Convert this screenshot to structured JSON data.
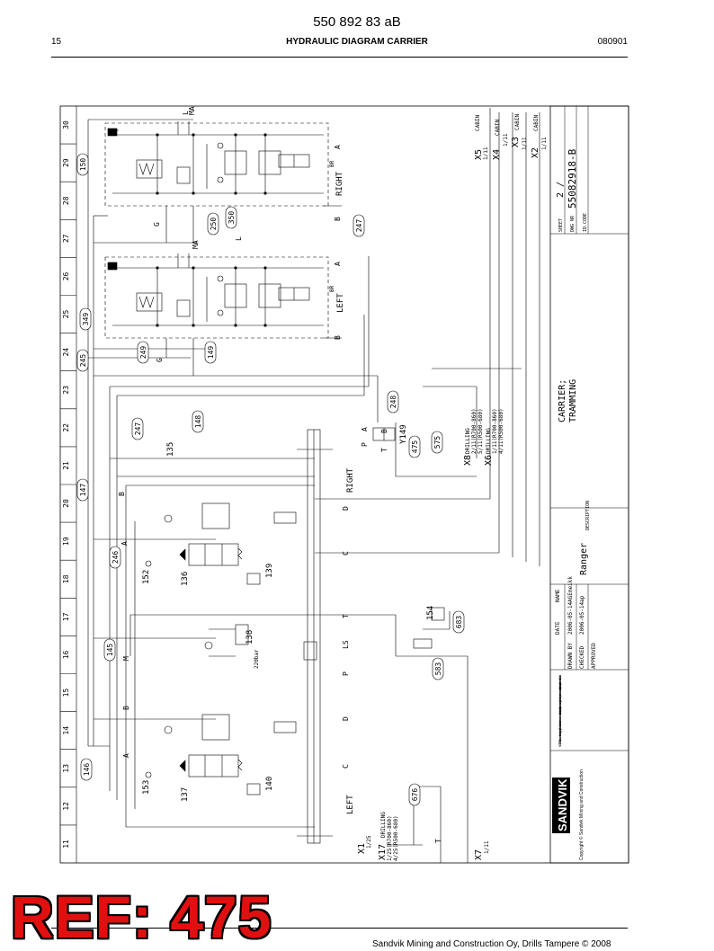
{
  "header": {
    "doc_code": "550 892 83 aB",
    "page_number": "15",
    "title": "HYDRAULIC DIAGRAM CARRIER",
    "date_code": "080901"
  },
  "grid": {
    "columns": [
      "11",
      "12",
      "13",
      "14",
      "15",
      "16",
      "17",
      "18",
      "19",
      "20",
      "21",
      "22",
      "23",
      "24",
      "25",
      "26",
      "27",
      "28",
      "29",
      "30"
    ]
  },
  "modules": {
    "right_label": "RIGHT",
    "left_label": "LEFT",
    "br": "BR",
    "port_a": "A",
    "port_b": "B",
    "port_c": "C",
    "port_d": "D",
    "port_t": "T",
    "port_p": "P",
    "port_ls": "LS",
    "port_m": "M",
    "port_l": "L",
    "port_g": "G",
    "port_ma": "MA",
    "lever_main_right": "RIGHT",
    "lever_main_left": "LEFT"
  },
  "balloons": [
    "150",
    "350",
    "250",
    "247",
    "349",
    "249",
    "149",
    "245",
    "248",
    "247",
    "148",
    "147",
    "246",
    "145",
    "146",
    "676",
    "575",
    "475",
    "583",
    "683"
  ],
  "components": {
    "c135": "135",
    "c136": "136",
    "c137": "137",
    "c138": "138",
    "c139": "139",
    "c140": "140",
    "c152": "152",
    "c153": "153",
    "c154": "154",
    "y149": "Y149",
    "bar": "220bar"
  },
  "connectors": {
    "x5": "X5",
    "x5_pin": "1/11",
    "x5_note": "CABIN",
    "x4": "X4",
    "x4_pin": "1/11",
    "x4_note": "CABIN",
    "x3": "X3",
    "x3_pin": "1/11",
    "x3_note": "CABIN",
    "x2": "X2",
    "x2_pin": "1/11",
    "x2_note": "CABIN",
    "x8": "X8",
    "x8_lines": [
      "DRILLING",
      "2/11(R700-860)",
      "5/11(R500-680)"
    ],
    "x6": "X6",
    "x6_lines": [
      "DRILLING",
      "1/11(R700-860)",
      "4/11(R500-680)"
    ],
    "x1": "X1",
    "x1_pin": "1/25",
    "x17": "X17",
    "x17_lines": [
      "DRILLING",
      "1/25(R700-860)",
      "4/25(R500-680)"
    ],
    "x7": "X7",
    "x7_pin": "1/11"
  },
  "title_block": {
    "name": "NAME",
    "date": "DATE",
    "drawn_by": "DRAWN BY",
    "drawn_date": "2006-05-14",
    "drawn_name": "AGEmeikk",
    "checked": "CHECKED",
    "checked_date": "2006-05-14",
    "checked_name": "ap",
    "approved": "APPROVED",
    "description_label": "DESCRIPTION",
    "description_1": "CARRIER;",
    "description_2": "TRAMMING",
    "product": "Ranger",
    "sheet_label": "SHEET",
    "sheet_value": "2 /",
    "dwg_label": "DWG NR",
    "dwg_value": "55082918-B",
    "id_code_label": "ID.CODE",
    "company_logo": "SANDVIK",
    "copyright": "Copyright © Sandvik Mining and Construction",
    "notice": "NOTICE! This document is the exclusive property of Sandvik and it must be returned on demand. It is entrusted to the recipient for his personal use only, and it must not be copied or handed over to third parties without prior written consent of Sandvik"
  },
  "overlay": {
    "ref_stamp": "REF: 475"
  },
  "footer": {
    "text": "Sandvik Mining and Construction Oy, Drills Tampere © 2008"
  }
}
